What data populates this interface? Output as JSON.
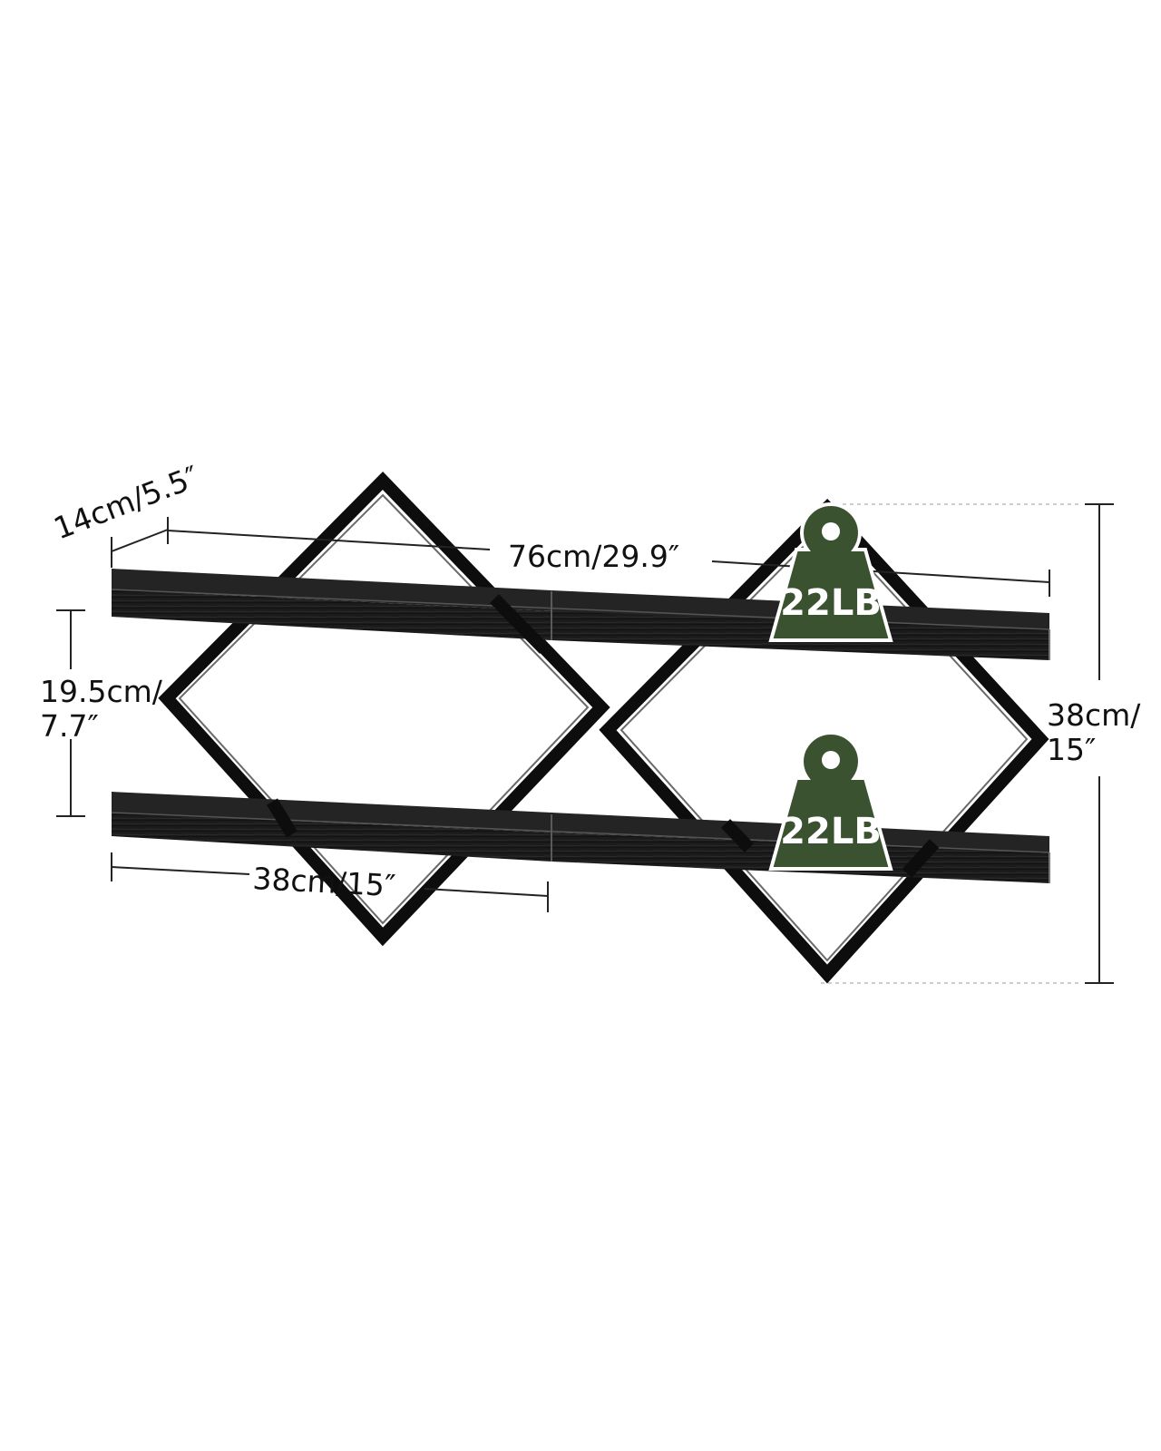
{
  "product": {
    "dimensions": {
      "depth": "14cm/5.5″",
      "total_width": "76cm/29.9″",
      "shelf_spacing_line1": "19.5cm/",
      "shelf_spacing_line2": "7.7″",
      "total_height_line1": "38cm/",
      "total_height_line2": "15″",
      "half_width": "38cm/15″"
    },
    "load_badges": [
      {
        "label": "22LB"
      },
      {
        "label": "22LB"
      }
    ]
  },
  "colors": {
    "badge_fill": "#3b5230",
    "frame": "#0d0d0d",
    "shelf": "#161616"
  }
}
